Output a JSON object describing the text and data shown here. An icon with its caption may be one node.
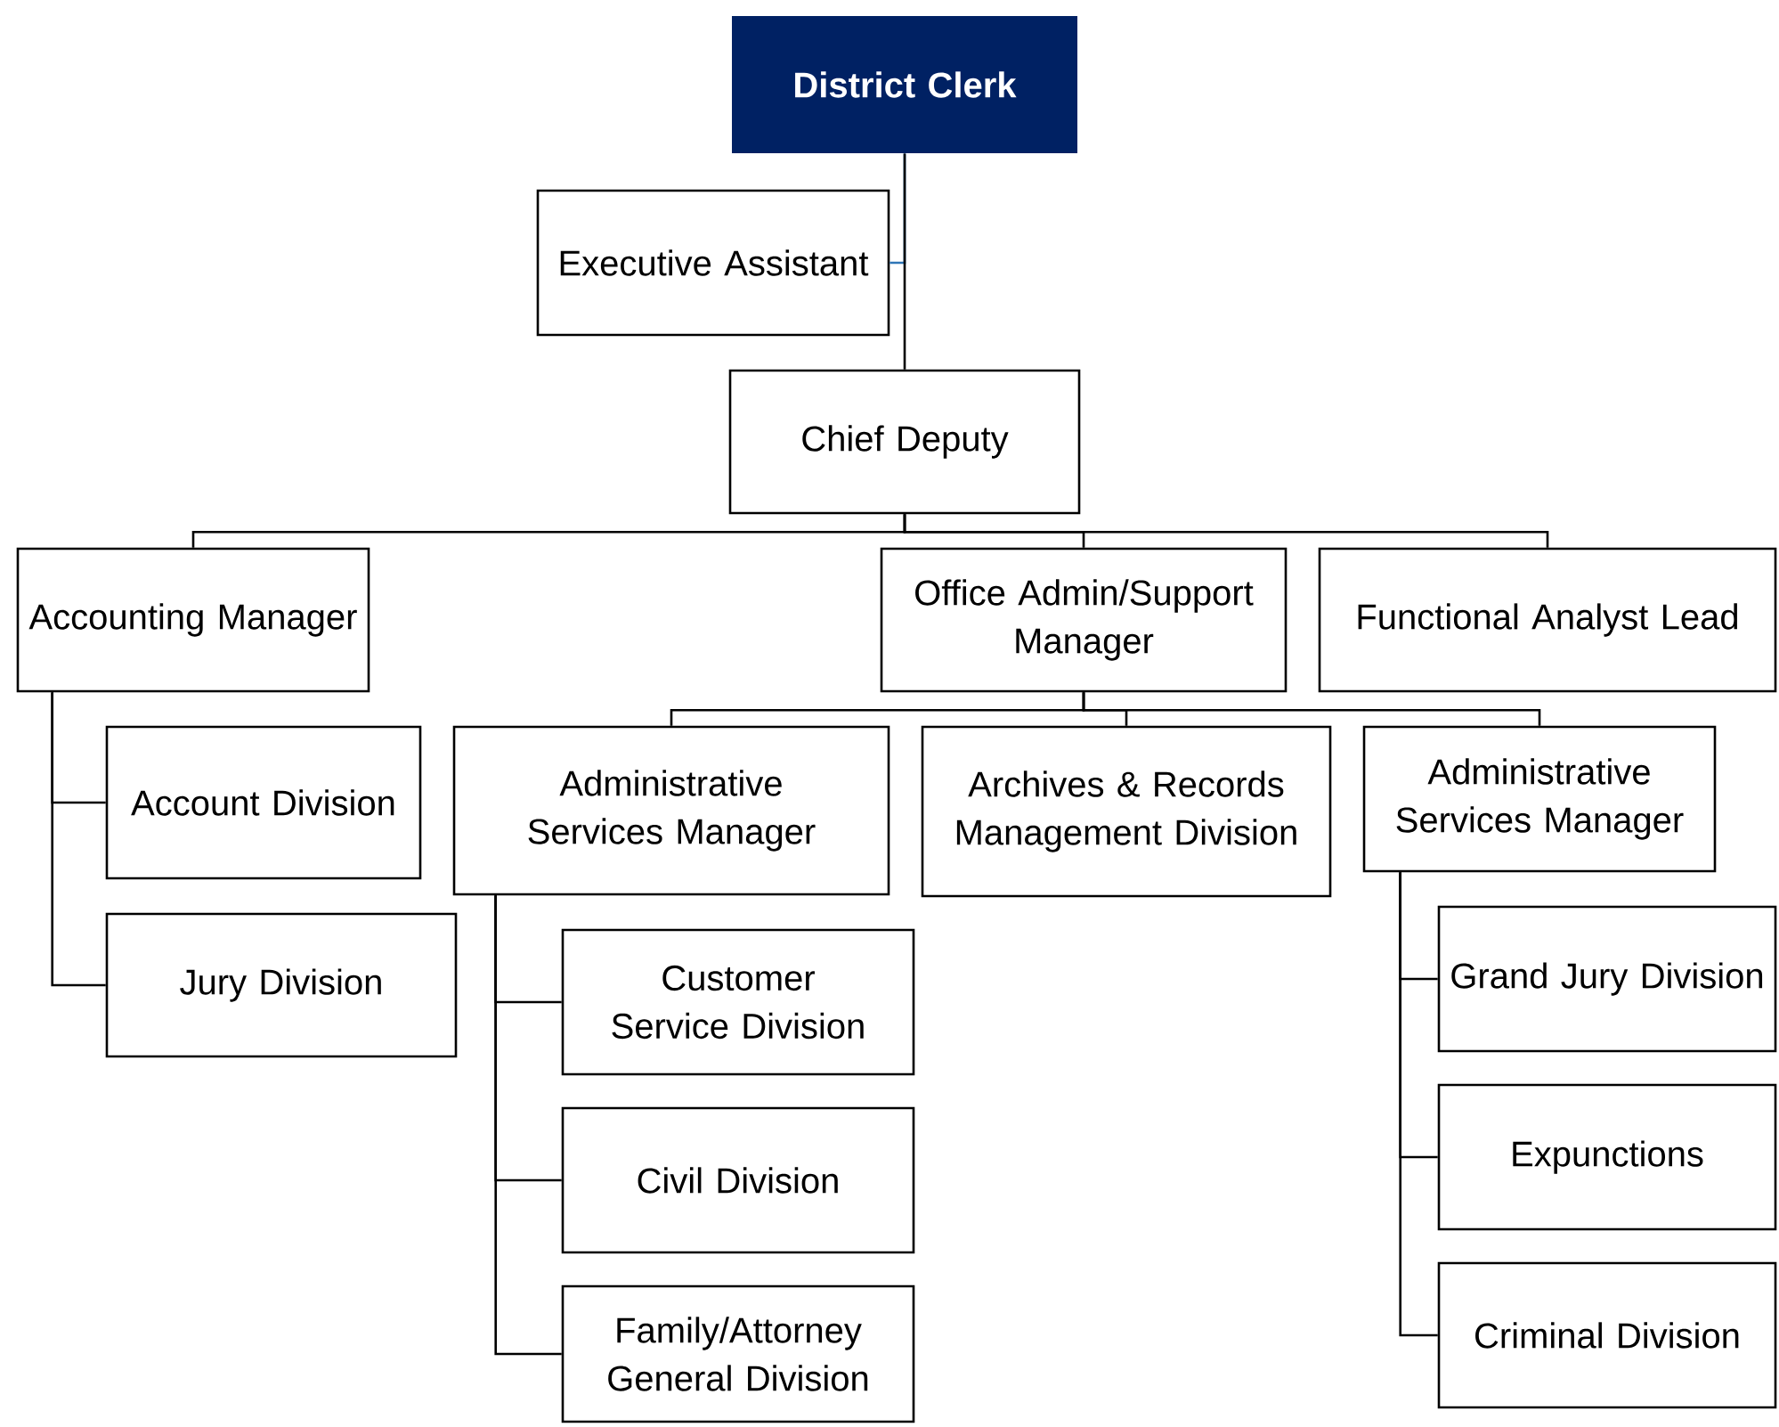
{
  "diagram": {
    "nodes": [
      {
        "text": [
          "District Clerk"
        ]
      },
      {
        "text": [
          "Executive Assistant"
        ]
      },
      {
        "text": [
          "Chief Deputy"
        ]
      },
      {
        "text": [
          "Accounting Manager"
        ]
      },
      {
        "text": [
          "Account Division"
        ]
      },
      {
        "text": [
          "Jury Division"
        ]
      },
      {
        "text": [
          "Office Admin/Support Manager"
        ]
      },
      {
        "text": [
          "Administrative Services Manager"
        ]
      },
      {
        "text": [
          "Customer Service Division"
        ]
      },
      {
        "text": [
          "Civil Division"
        ]
      },
      {
        "text": [
          "Family/Attorney General Division"
        ]
      },
      {
        "text": [
          "Archives & Records Management Division"
        ]
      },
      {
        "text": [
          "Administrative Services Manager"
        ]
      },
      {
        "text": [
          "Grand Jury Division"
        ]
      },
      {
        "text": [
          "Expunctions"
        ]
      },
      {
        "text": [
          "Criminal Division"
        ]
      },
      {
        "text": [
          "Functional Analyst Lead"
        ]
      }
    ],
    "edges": [
      {
        "from": 0,
        "to": 1,
        "arrow": "none",
        "color": "#2e75b6"
      },
      {
        "from": 0,
        "to": 2,
        "arrow": "none"
      },
      {
        "from": 2,
        "to": 3,
        "arrow": "none"
      },
      {
        "from": 2,
        "to": 6,
        "arrow": "none"
      },
      {
        "from": 2,
        "to": 16,
        "arrow": "none"
      },
      {
        "from": 3,
        "to": 4,
        "arrow": "none"
      },
      {
        "from": 3,
        "to": 5,
        "arrow": "none"
      },
      {
        "from": 6,
        "to": 7,
        "arrow": "none"
      },
      {
        "from": 6,
        "to": 11,
        "arrow": "none"
      },
      {
        "from": 6,
        "to": 12,
        "arrow": "none"
      },
      {
        "from": 7,
        "to": 8,
        "arrow": "none"
      },
      {
        "from": 7,
        "to": 9,
        "arrow": "none"
      },
      {
        "from": 7,
        "to": 10,
        "arrow": "none"
      },
      {
        "from": 12,
        "to": 13,
        "arrow": "none"
      },
      {
        "from": 12,
        "to": 14,
        "arrow": "none"
      },
      {
        "from": 12,
        "to": 15,
        "arrow": "none"
      }
    ]
  }
}
